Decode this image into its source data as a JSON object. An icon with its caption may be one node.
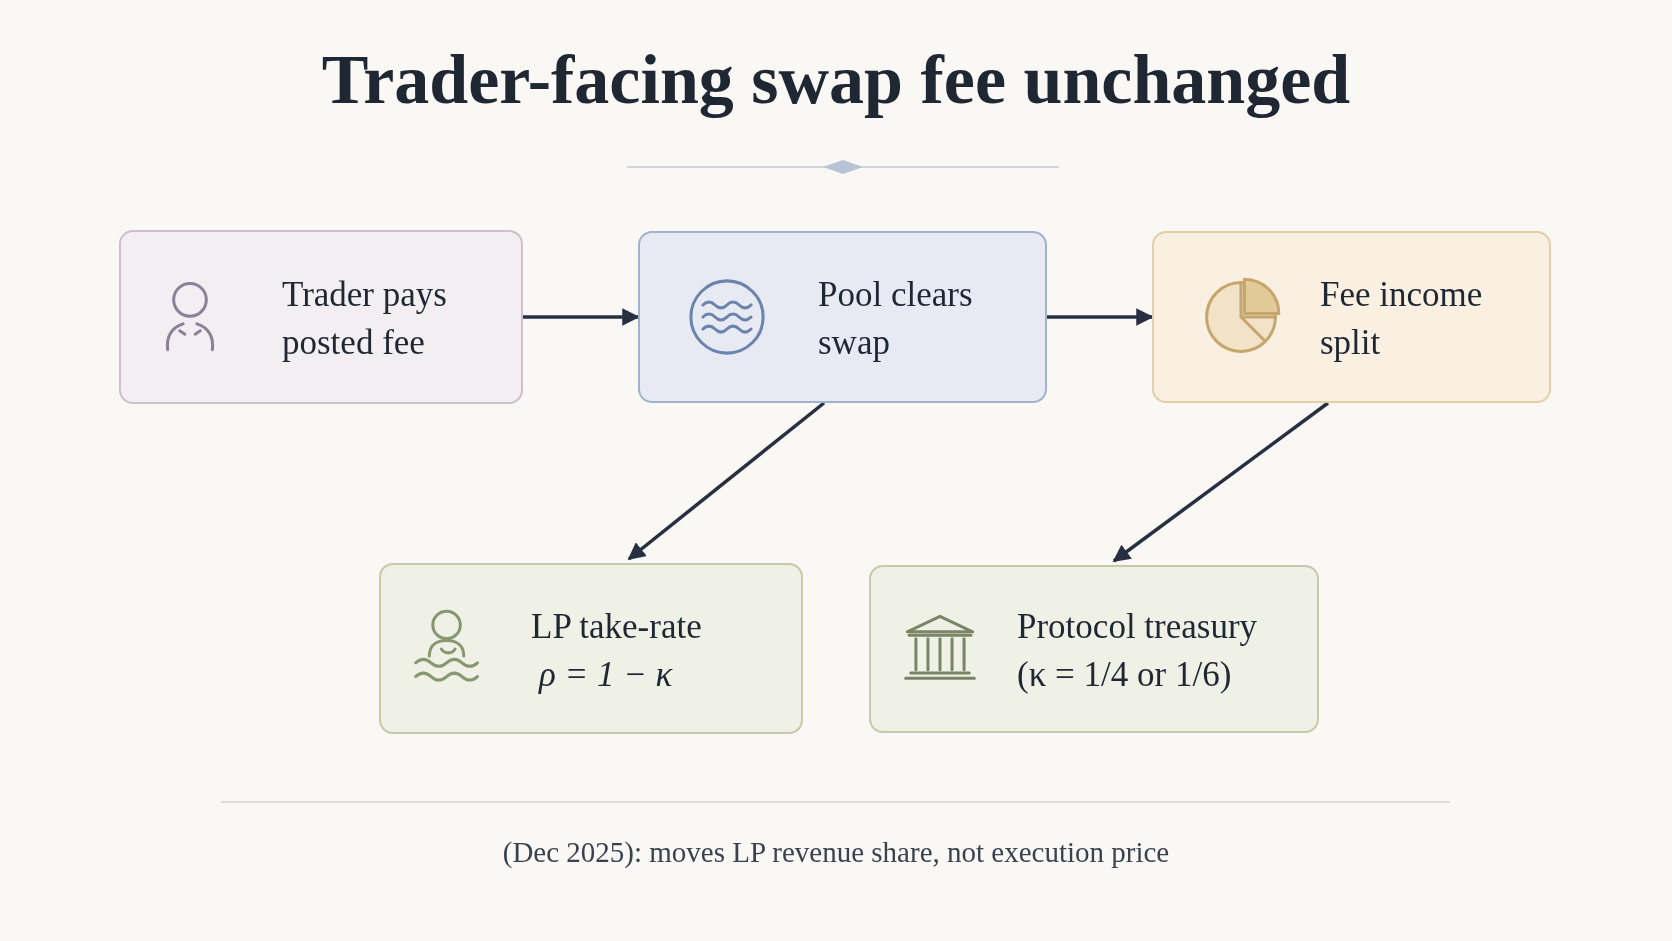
{
  "diagram": {
    "title": "Trader-facing swap fee unchanged",
    "nodes": [
      {
        "text": [
          "Trader pays posted fee"
        ]
      },
      {
        "text": [
          "Pool clears swap"
        ]
      },
      {
        "text": [
          "Fee income split"
        ]
      },
      {
        "text": [
          "LP take-rate",
          "ρ = 1 − κ"
        ]
      },
      {
        "text": [
          "Protocol treasury",
          "(κ = 1/4 or 1/6)"
        ]
      }
    ],
    "edges": [
      {
        "from": 0,
        "to": 1,
        "arrow": "to"
      },
      {
        "from": 1,
        "to": 2,
        "arrow": "to"
      },
      {
        "from": 1,
        "to": 3,
        "arrow": "to"
      },
      {
        "from": 2,
        "to": 4,
        "arrow": "to"
      }
    ],
    "caption": "(Dec 2025): moves LP revenue share, not execution price"
  }
}
